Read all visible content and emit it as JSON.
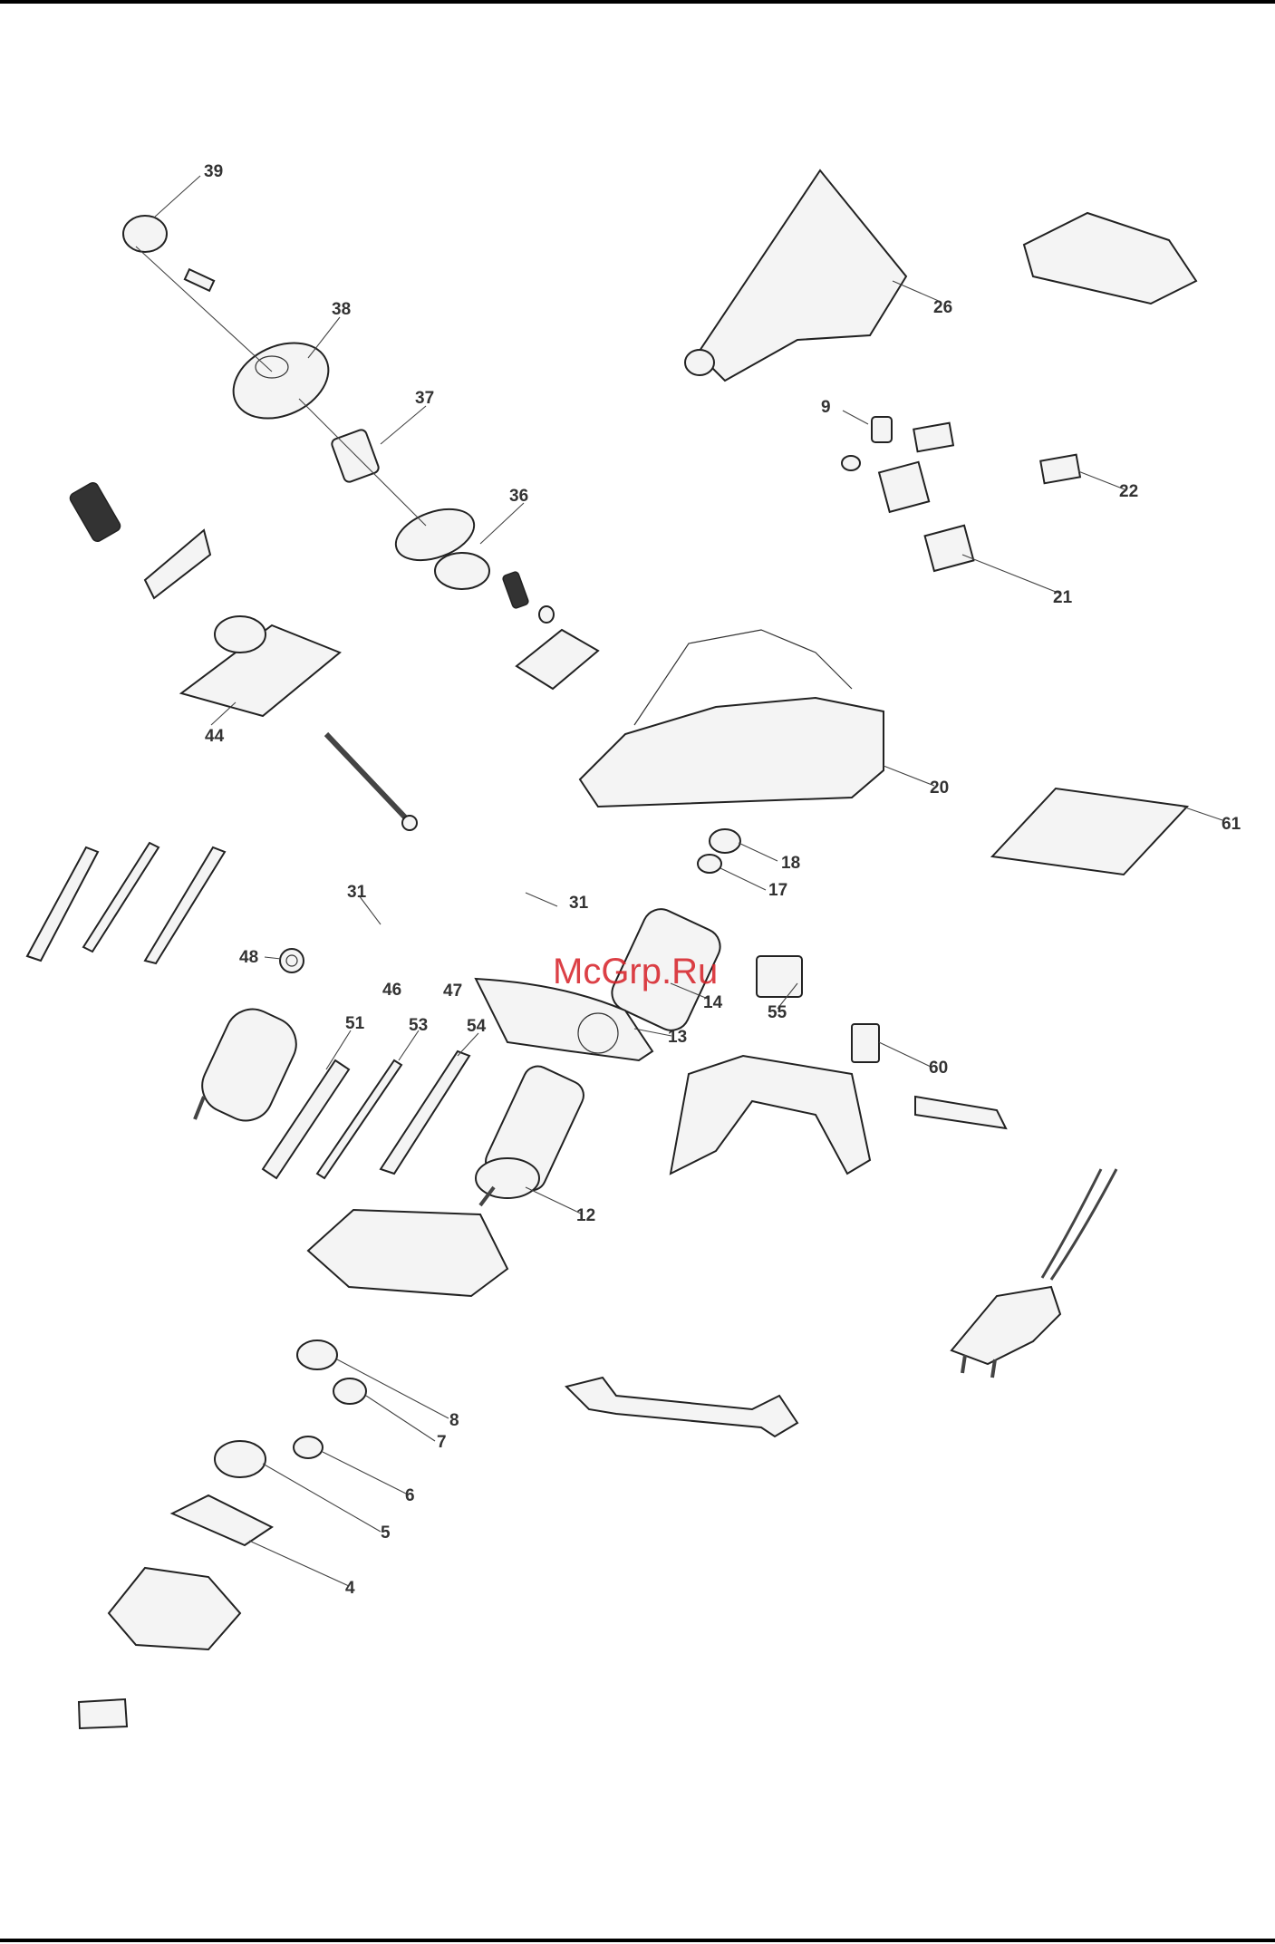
{
  "watermark": "McGrp.Ru",
  "labels": {
    "p4": "4",
    "p5": "5",
    "p6": "6",
    "p7": "7",
    "p8": "8",
    "p9": "9",
    "p12": "12",
    "p13": "13",
    "p14": "14",
    "p17": "17",
    "p18": "18",
    "p20": "20",
    "p21": "21",
    "p22": "22",
    "p26": "26",
    "p31a": "31",
    "p31b": "31",
    "p36": "36",
    "p37": "37",
    "p38": "38",
    "p39": "39",
    "p44": "44",
    "p46": "46",
    "p47": "47",
    "p48": "48",
    "p51": "51",
    "p53": "53",
    "p54": "54",
    "p55": "55",
    "p60": "60",
    "p61": "61"
  }
}
